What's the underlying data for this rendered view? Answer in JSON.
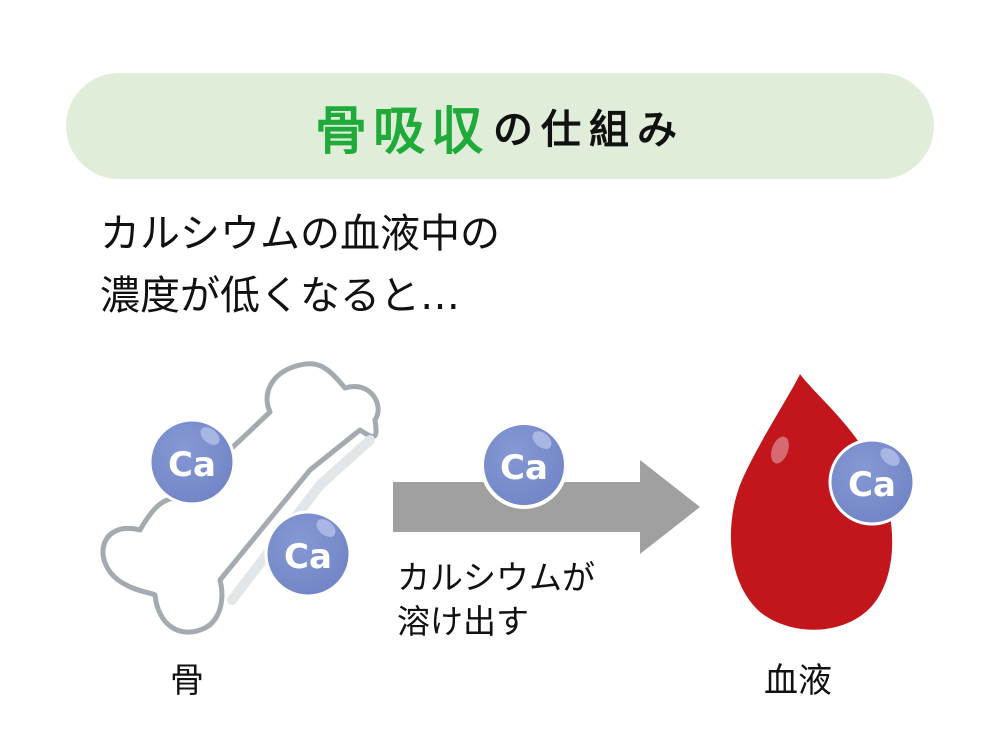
{
  "title": {
    "highlight": "骨吸収",
    "rest": "の仕組み"
  },
  "lead": {
    "line1": "カルシウムの血液中の",
    "line2": "濃度が低くなると…"
  },
  "ion_label": "Ca",
  "labels": {
    "bone": "骨",
    "blood": "血液"
  },
  "arrow_caption": {
    "line1": "カルシウムが",
    "line2": "溶け出す"
  },
  "colors": {
    "banner_bg": "#e0eed9",
    "title_green": "#1faa3a",
    "ion_fill": "#7b8fcc",
    "arrow": "#a0a0a0",
    "blood": "#c3151c",
    "bone_outline": "#9aa0a6"
  }
}
